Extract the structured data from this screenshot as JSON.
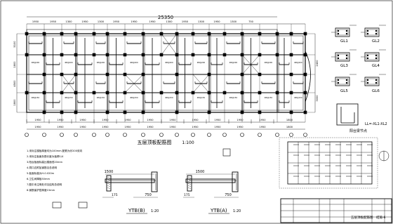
{
  "plan": {
    "title": "五层顶板配筋图",
    "scale": "1:100",
    "overall_dim": "25350",
    "top_dims": [
      "1950",
      "1950",
      "1300",
      "1950",
      "1300",
      "1950",
      "1950",
      "1950",
      "1300",
      "1950",
      "1300",
      "1950",
      "1300",
      "750"
    ],
    "bottom_dims": [
      "1950",
      "1950",
      "1950",
      "1950",
      "1950",
      "1950",
      "1950",
      "1950",
      "1950",
      "1950",
      "1950",
      "1800"
    ],
    "left_dims": [
      "5100",
      "1800",
      "4500",
      "1800"
    ],
    "right_dims": [
      "2400",
      "3000"
    ]
  },
  "sections": {
    "gl": [
      "GL1",
      "GL2",
      "GL3",
      "GL4",
      "GL5",
      "GL6"
    ],
    "detail_label": "阳台梁节点",
    "lintel_note": "LL=-XL1-XL2"
  },
  "notes": [
    "1.未标注楼板厚度均为100mm,配筋为@200双向",
    "2.未标注板面负筋长度为板跨1/4",
    "3.阳台板面标高比楼面低20mm",
    "4.洞口边附加钢筋见总说明",
    "5.板面标高为H-0.020m",
    "6.卫生间降板50mm",
    "7.图中未注明处详见结构总说明",
    "8.钢筋保护层厚度15mm"
  ],
  "ytb_b": {
    "label": "YTB(B)",
    "scale": "1:20",
    "dim1": "1500",
    "dim2": "750",
    "dim3": "175"
  },
  "ytb_a": {
    "label": "YTB(A)",
    "scale": "1:20",
    "dim1": "1500",
    "dim2": "750",
    "dim3": "175"
  },
  "title_block": {
    "drawing_name": "五层顶板配筋图",
    "sheet": "结施-6"
  }
}
